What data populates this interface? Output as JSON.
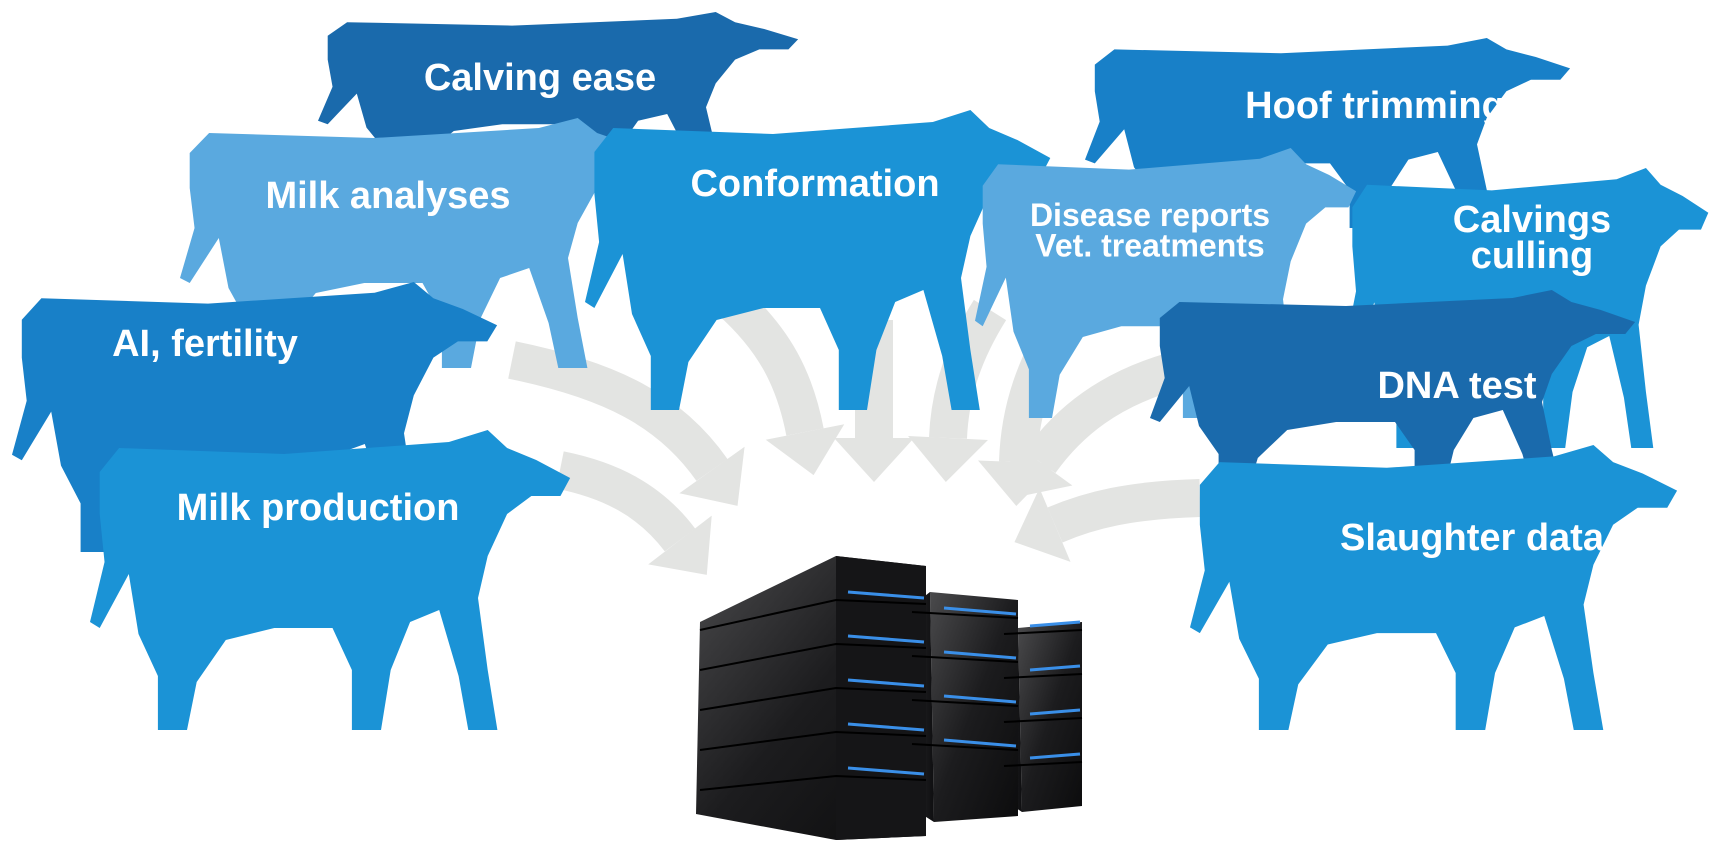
{
  "colors": {
    "cow_dark": "#1a6aac",
    "cow_mid": "#1880c8",
    "cow_bright": "#1b93d6",
    "cow_light": "#5aa9df",
    "arrow": "#e3e4e2",
    "server_body": "#1d1d1f",
    "server_light": "#3a8fe8"
  },
  "cows": [
    {
      "id": "calving-ease",
      "lines": [
        "Calving ease"
      ]
    },
    {
      "id": "hoof-trimming",
      "lines": [
        "Hoof trimming"
      ]
    },
    {
      "id": "milk-analyses",
      "lines": [
        "Milk analyses"
      ]
    },
    {
      "id": "conformation",
      "lines": [
        "Conformation"
      ]
    },
    {
      "id": "disease-reports",
      "lines": [
        "Disease reports",
        "Vet. treatments"
      ]
    },
    {
      "id": "calvings-culling",
      "lines": [
        "Calvings",
        "culling"
      ]
    },
    {
      "id": "ai-fertility",
      "lines": [
        "AI, fertility"
      ]
    },
    {
      "id": "dna-test",
      "lines": [
        "DNA test"
      ]
    },
    {
      "id": "milk-production",
      "lines": [
        "Milk production"
      ]
    },
    {
      "id": "slaughter-data",
      "lines": [
        "Slaughter data"
      ]
    }
  ],
  "central": {
    "icon": "server-rack-icon"
  }
}
